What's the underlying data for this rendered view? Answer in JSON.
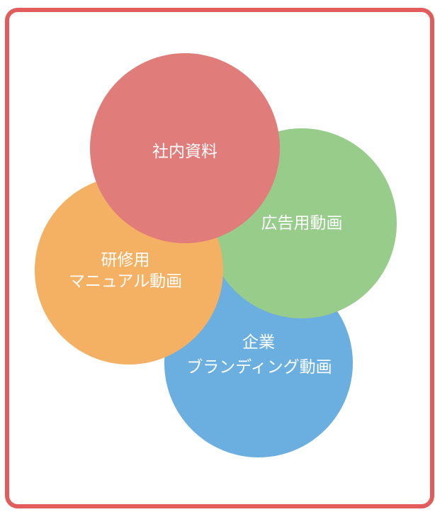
{
  "diagram": {
    "circles": [
      {
        "id": "branding",
        "color": "#6aafe0",
        "lines": [
          "企業",
          "ブランディング動画"
        ]
      },
      {
        "id": "ad",
        "color": "#97cc8b",
        "lines": [
          "広告用動画"
        ]
      },
      {
        "id": "training",
        "color": "#f4b063",
        "lines": [
          "研修用",
          "マニュアル動画"
        ]
      },
      {
        "id": "internal",
        "color": "#e07d7b",
        "lines": [
          "社内資料"
        ]
      }
    ],
    "frame_color": "#e35c5c"
  }
}
